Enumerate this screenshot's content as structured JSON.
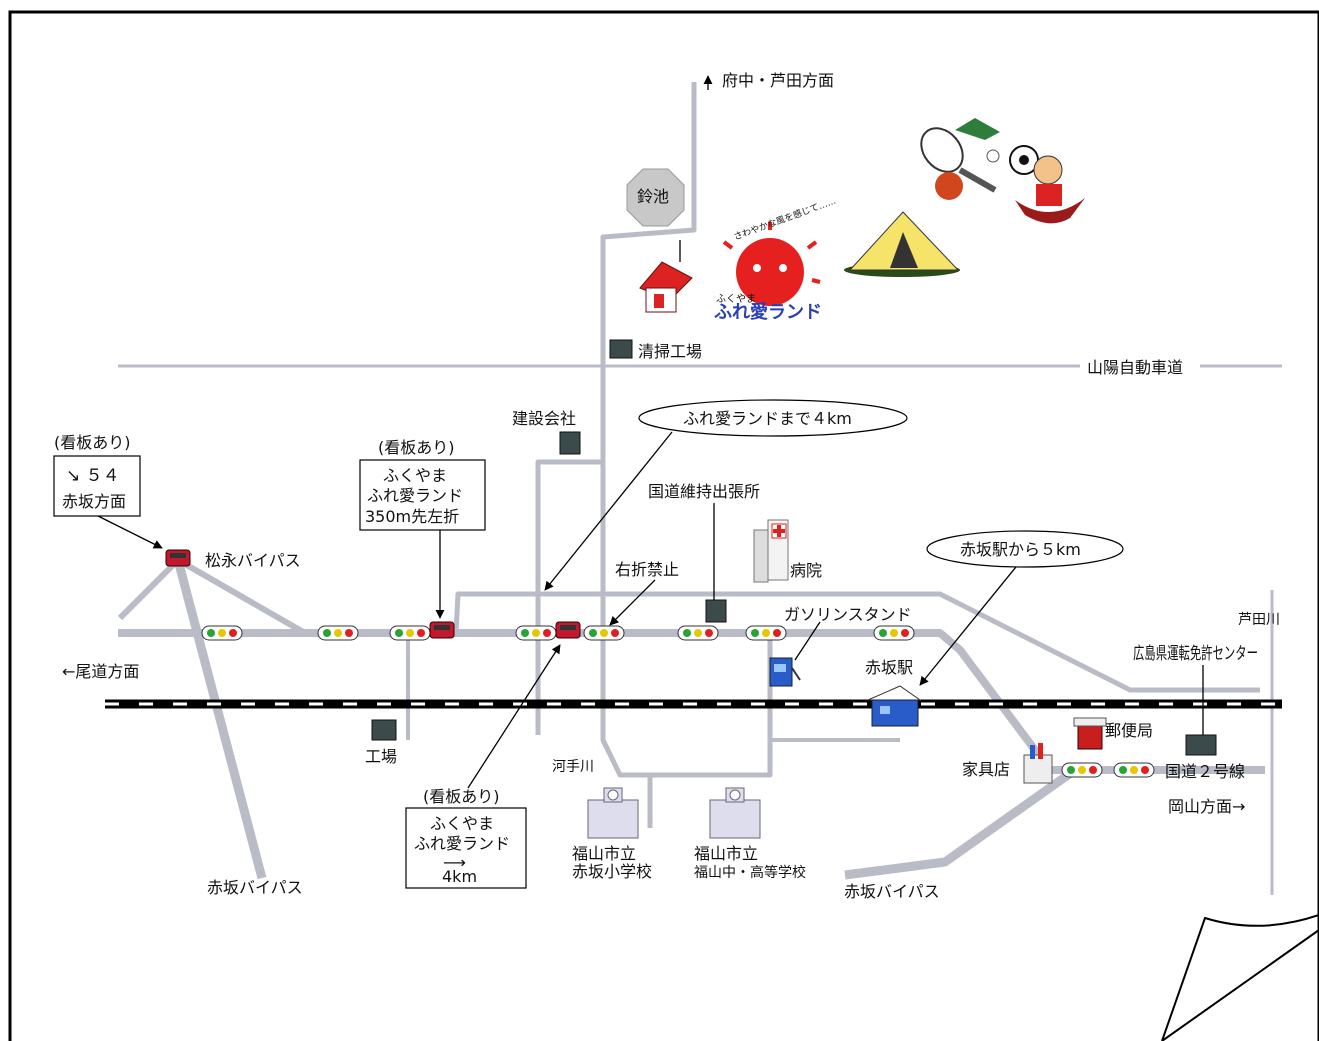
{
  "labels": {
    "north_direction": "府中・芦田方面",
    "suzuike": "鈴池",
    "cleaning_plant": "清掃工場",
    "expressway": "山陽自動車道",
    "construction_company": "建設会社",
    "distance_to_land": "ふれ愛ランドまで４km",
    "national_road_office": "国道維持出張所",
    "hospital": "病院",
    "from_akasaka_station": "赤坂駅から５km",
    "no_right_turn": "右折禁止",
    "gas_station": "ガソリンスタンド",
    "ashida_river": "芦田川",
    "license_center": "広島県運転免許センター",
    "akasaka_station": "赤坂駅",
    "matsunaga_bypass": "松永バイパス",
    "onomichi_direction": "←尾道方面",
    "factory": "工場",
    "kawate_river": "河手川",
    "post_office": "郵便局",
    "furniture_store": "家具店",
    "route2": "国道２号線",
    "okayama_direction": "岡山方面→",
    "akasaka_bypass_left": "赤坂バイパス",
    "akasaka_bypass_right": "赤坂バイパス",
    "elementary_school_1": "福山市立",
    "elementary_school_2": "赤坂小学校",
    "middle_school_1": "福山市立",
    "middle_school_2": "福山中・高等学校"
  },
  "signs": {
    "sign1_note": "(看板あり)",
    "sign1_line1": "↘ ５４",
    "sign1_line2": "赤坂方面",
    "sign2_note": "(看板あり)",
    "sign2_line1": "ふくやま",
    "sign2_line2": "ふれ愛ランド",
    "sign2_line3": "350m先左折",
    "sign3_note": "(看板あり)",
    "sign3_line1": "ふくやま",
    "sign3_line2": "ふれ愛ランド",
    "sign3_arrow": "⟶",
    "sign3_line3": "4km"
  },
  "logo": {
    "tagline": "さわやかな風を感じて……",
    "brand_small": "ふくやま",
    "brand": "ふれ愛ランド"
  },
  "colors": {
    "road": "#b9bcc7",
    "road_edge": "#8f93a3",
    "rail": "#000000",
    "signal_green": "#2aa336",
    "signal_yellow": "#e6c800",
    "signal_red": "#e02020",
    "car": "#c0182e",
    "sun": "#e5201e",
    "logo_text": "#2a3fb3"
  }
}
